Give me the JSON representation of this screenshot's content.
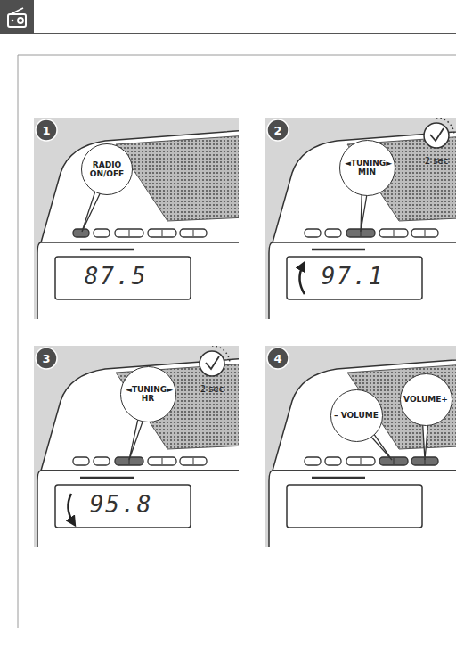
{
  "diagram": {
    "nodes": [
      {
        "text": [
          "RADIO ON/OFF"
        ]
      },
      {
        "text": [
          "◄TUNING► MIN"
        ]
      },
      {
        "text": [
          "◄TUNING► HR"
        ]
      },
      {
        "text": [
          "– VOLUME"
        ]
      },
      {
        "text": [
          "VOLUME+"
        ]
      }
    ],
    "labels": [
      "1",
      "87.5",
      "2",
      "97.1",
      "2 sec",
      "3",
      "95.8",
      "2 sec",
      "4"
    ]
  }
}
